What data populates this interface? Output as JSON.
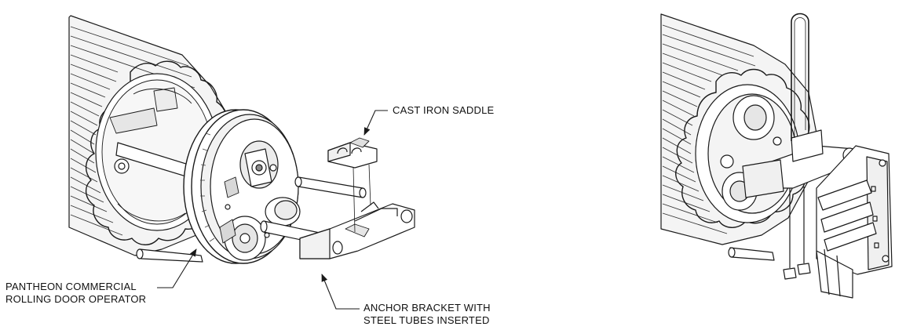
{
  "callouts": {
    "saddle": "CAST IRON SADDLE",
    "operator_line1": "PANTHEON COMMERCIAL",
    "operator_line2": "ROLLING DOOR OPERATOR",
    "anchor_line1": "ANCHOR BRACKET WITH",
    "anchor_line2": "STEEL TUBES INSERTED"
  },
  "colors": {
    "line": "#1a1a1a",
    "fill": "#ffffff",
    "shade": "#e6e6e6",
    "dark": "#8a8a8a"
  }
}
